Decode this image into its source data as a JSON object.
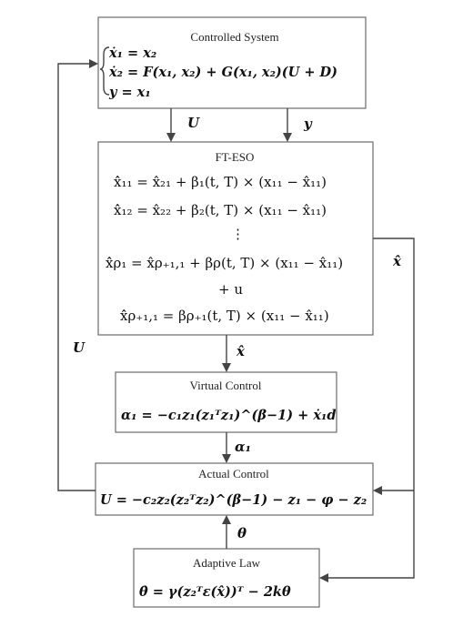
{
  "blocks": {
    "controlled_system": {
      "title": "Controlled System",
      "eq1": "ẋ₁ = x₂",
      "eq2": "ẋ₂ = F(x₁, x₂) + G(x₁, x₂)(U + D)",
      "eq3": "y = x₁"
    },
    "ft_eso": {
      "title": "FT-ESO",
      "eq1": "x̂̇₁₁ = x̂₂₁ + β₁(t, T) × (x₁₁ − x̂₁₁)",
      "eq2": "x̂̇₁₂ = x̂₂₂ + β₂(t, T) × (x₁₁ − x̂₁₁)",
      "ellipsis": "⋮",
      "eq3": "x̂̇ρ₁ = x̂ρ₊₁,₁ + βρ(t, T) × (x₁₁ − x̂₁₁)",
      "eq3b": "+ u",
      "eq4": "x̂̇ρ₊₁,₁ = βρ₊₁(t, T) × (x₁₁ − x̂₁₁)"
    },
    "virtual_control": {
      "title": "Virtual Control",
      "eq": "α₁ = −c₁z₁(z₁ᵀz₁)^(β−1) + ẋ₁d"
    },
    "actual_control": {
      "title": "Actual Control",
      "eq": "U = −c₂z₂(z₂ᵀz₂)^(β−1) − z₁ − φ − z₂"
    },
    "adaptive_law": {
      "title": "Adaptive Law",
      "eq": "θ̇ = γ(z₂ᵀε(x̂))ᵀ − 2kθ"
    }
  },
  "signals": {
    "U_down": "U",
    "y_down": "y",
    "xhat_down": "x̂",
    "xhat_right": "x̂",
    "alpha1": "α₁",
    "theta": "θ",
    "U_feedback": "U"
  }
}
